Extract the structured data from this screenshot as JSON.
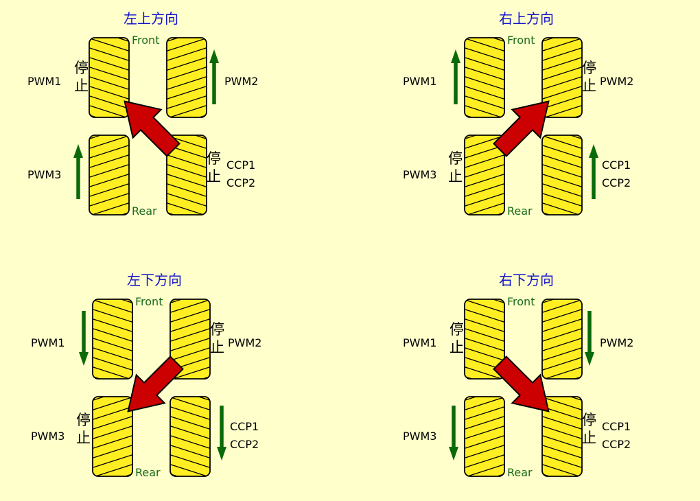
{
  "colors": {
    "background": "#ffffcc",
    "wheel": "#ffee22",
    "title": "#1111cc",
    "front_rear": "#1a6a1a",
    "green_arrow": "#0a6a0a",
    "red_arrow": "#cc0000"
  },
  "icons": {
    "wheel": "mecanum-wheel-icon",
    "green_arrow": "motor-direction-arrow-icon",
    "red_arrow": "movement-direction-arrow-icon"
  },
  "panels": [
    {
      "title": "左上方向",
      "front": "Front",
      "rear": "Rear",
      "labels": {
        "fl": "PWM1",
        "fr": "PWM2",
        "rl": "PWM3",
        "rr": [
          "CCP1",
          "CCP2"
        ]
      },
      "stop": {
        "fl": [
          "停",
          "止"
        ],
        "rr": [
          "停",
          "止"
        ]
      },
      "motors": {
        "fl": "stop",
        "fr": "up",
        "rl": "up",
        "rr": "stop"
      },
      "direction": "up-left"
    },
    {
      "title": "右上方向",
      "front": "Front",
      "rear": "Rear",
      "labels": {
        "fl": "PWM1",
        "fr": "PWM2",
        "rl": "PWM3",
        "rr": [
          "CCP1",
          "CCP2"
        ]
      },
      "stop": {
        "fr": [
          "停",
          "止"
        ],
        "rl": [
          "停",
          "止"
        ]
      },
      "motors": {
        "fl": "up",
        "fr": "stop",
        "rl": "stop",
        "rr": "up"
      },
      "direction": "up-right"
    },
    {
      "title": "左下方向",
      "front": "Front",
      "rear": "Rear",
      "labels": {
        "fl": "PWM1",
        "fr": "PWM2",
        "rl": "PWM3",
        "rr": [
          "CCP1",
          "CCP2"
        ]
      },
      "stop": {
        "fr": [
          "停",
          "止"
        ],
        "rl": [
          "停",
          "止"
        ]
      },
      "motors": {
        "fl": "down",
        "fr": "stop",
        "rl": "stop",
        "rr": "down"
      },
      "direction": "down-left"
    },
    {
      "title": "右下方向",
      "front": "Front",
      "rear": "Rear",
      "labels": {
        "fl": "PWM1",
        "fr": "PWM2",
        "rl": "PWM3",
        "rr": [
          "CCP1",
          "CCP2"
        ]
      },
      "stop": {
        "fl": [
          "停",
          "止"
        ],
        "rr": [
          "停",
          "止"
        ]
      },
      "motors": {
        "fl": "stop",
        "fr": "down",
        "rl": "down",
        "rr": "stop"
      },
      "direction": "down-right"
    }
  ]
}
